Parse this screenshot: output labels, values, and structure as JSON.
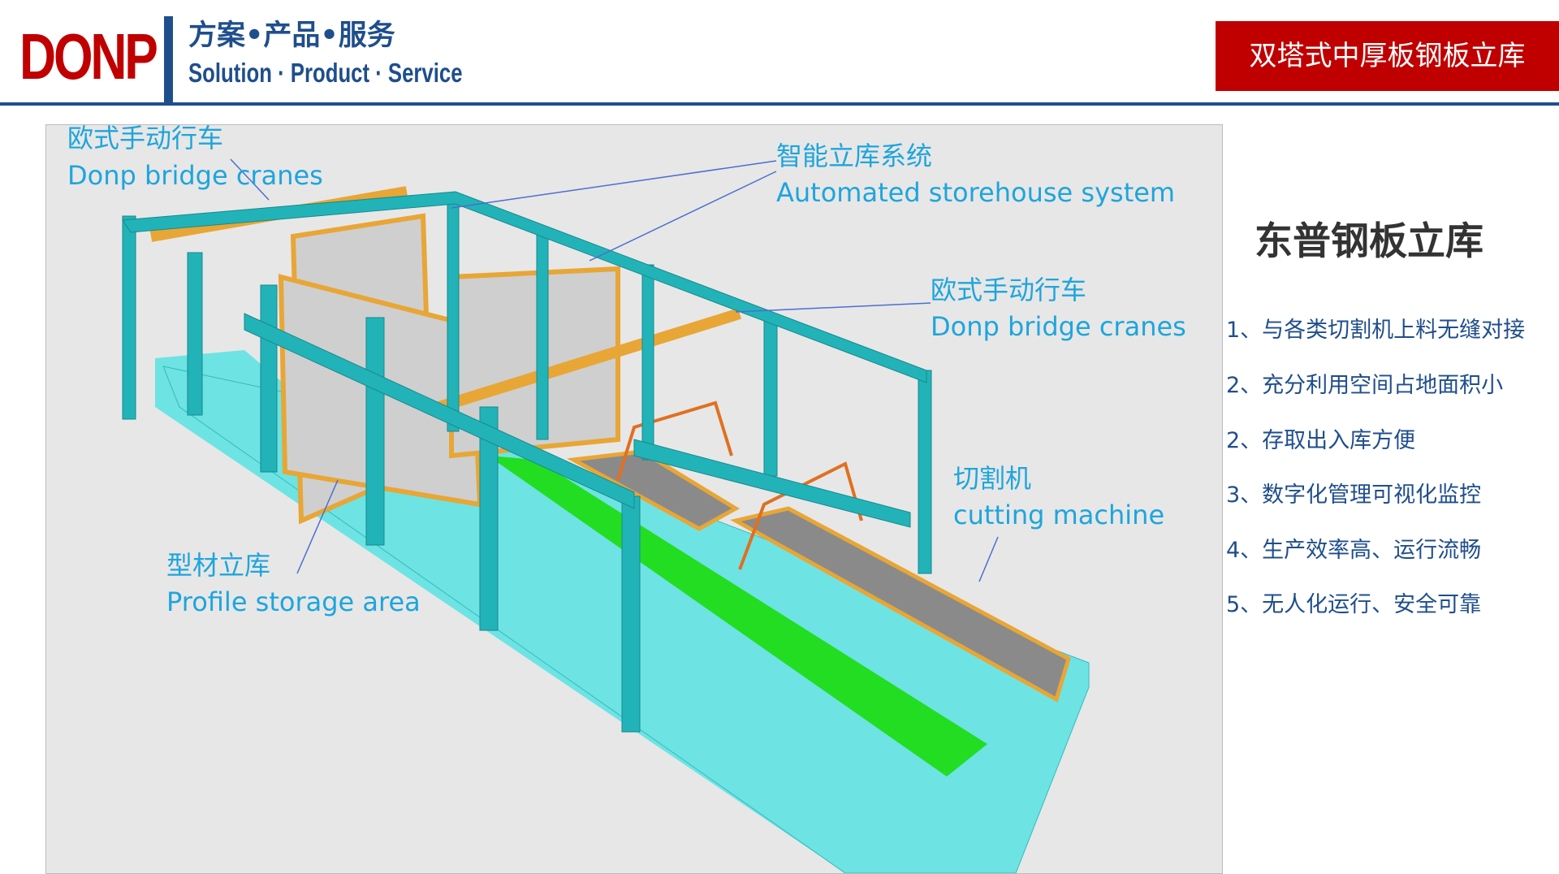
{
  "header": {
    "logo": "DONP",
    "slogan_cn": "方案•产品•服务",
    "slogan_en": "Solution · Product · Service",
    "badge": "双塔式中厚板钢板立库"
  },
  "diagram": {
    "labels": [
      {
        "cn": "欧式手动行车",
        "en": "Donp bridge cranes"
      },
      {
        "cn": "智能立库系统",
        "en": "Automated storehouse system"
      },
      {
        "cn": "欧式手动行车",
        "en": "Donp bridge cranes"
      },
      {
        "cn": "切割机",
        "en": "cutting machine"
      },
      {
        "cn": "型材立库",
        "en": "Profile storage area"
      }
    ]
  },
  "side": {
    "title": "东普钢板立库",
    "features": [
      "1、与各类切割机上料无缝对接",
      "2、充分利用空间占地面积小",
      "2、存取出入库方便",
      "3、数字化管理可视化监控",
      "4、生产效率高、运行流畅",
      "5、无人化运行、安全可靠"
    ]
  },
  "colors": {
    "brand_red": "#c00000",
    "brand_blue": "#1f4e8c",
    "label_cyan": "#1ea5dc",
    "floor": "#6ee3e3",
    "column": "#22b3b8",
    "rack": "#e8a636",
    "strip": "#22dd22"
  }
}
